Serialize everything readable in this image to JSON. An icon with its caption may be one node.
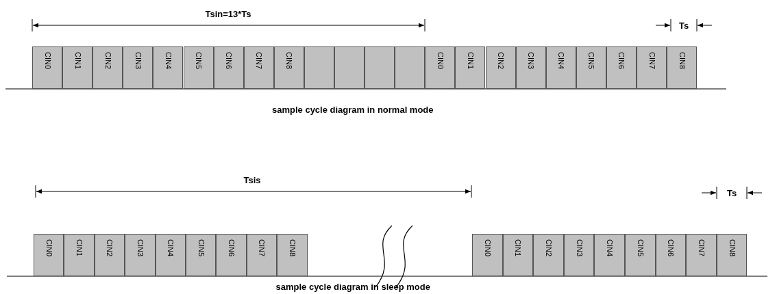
{
  "diagram": {
    "nodes": [
      {
        "text": [
          "CIN0"
        ]
      },
      {
        "text": [
          "CIN1"
        ]
      },
      {
        "text": [
          "CIN2"
        ]
      },
      {
        "text": [
          "CIN3"
        ]
      },
      {
        "text": [
          "CIN4"
        ]
      },
      {
        "text": [
          "CIN5"
        ]
      },
      {
        "text": [
          "CIN6"
        ]
      },
      {
        "text": [
          "CIN7"
        ]
      },
      {
        "text": [
          "CIN8"
        ]
      },
      {
        "text": [],
        "shape": "box"
      },
      {
        "text": [],
        "shape": "box"
      },
      {
        "text": [],
        "shape": "box"
      },
      {
        "text": [],
        "shape": "box"
      },
      {
        "text": [
          "CIN0"
        ]
      },
      {
        "text": [
          "CIN1"
        ]
      },
      {
        "text": [
          "CIN2"
        ]
      },
      {
        "text": [
          "CIN3"
        ]
      },
      {
        "text": [
          "CIN4"
        ]
      },
      {
        "text": [
          "CIN5"
        ]
      },
      {
        "text": [
          "CIN6"
        ]
      },
      {
        "text": [
          "CIN7"
        ]
      },
      {
        "text": [
          "CIN8"
        ]
      },
      {
        "text": [
          "CIN0"
        ]
      },
      {
        "text": [
          "CIN1"
        ]
      },
      {
        "text": [
          "CIN2"
        ]
      },
      {
        "text": [
          "CIN3"
        ]
      },
      {
        "text": [
          "CIN4"
        ]
      },
      {
        "text": [
          "CIN5"
        ]
      },
      {
        "text": [
          "CIN6"
        ]
      },
      {
        "text": [
          "CIN7"
        ]
      },
      {
        "text": [
          "CIN8"
        ]
      },
      {
        "text": [
          "CIN0"
        ]
      },
      {
        "text": [
          "CIN1"
        ]
      },
      {
        "text": [
          "CIN2"
        ]
      },
      {
        "text": [
          "CIN3"
        ]
      },
      {
        "text": [
          "CIN4"
        ]
      },
      {
        "text": [
          "CIN5"
        ]
      },
      {
        "text": [
          "CIN6"
        ]
      },
      {
        "text": [
          "CIN7"
        ]
      },
      {
        "text": [
          "CIN8"
        ]
      }
    ],
    "labels": [
      "Tsin=13*Ts",
      "Ts",
      "sample cycle diagram in normal mode",
      "Tsis",
      "Ts",
      "sample cycle diagram in sleep mode"
    ]
  }
}
